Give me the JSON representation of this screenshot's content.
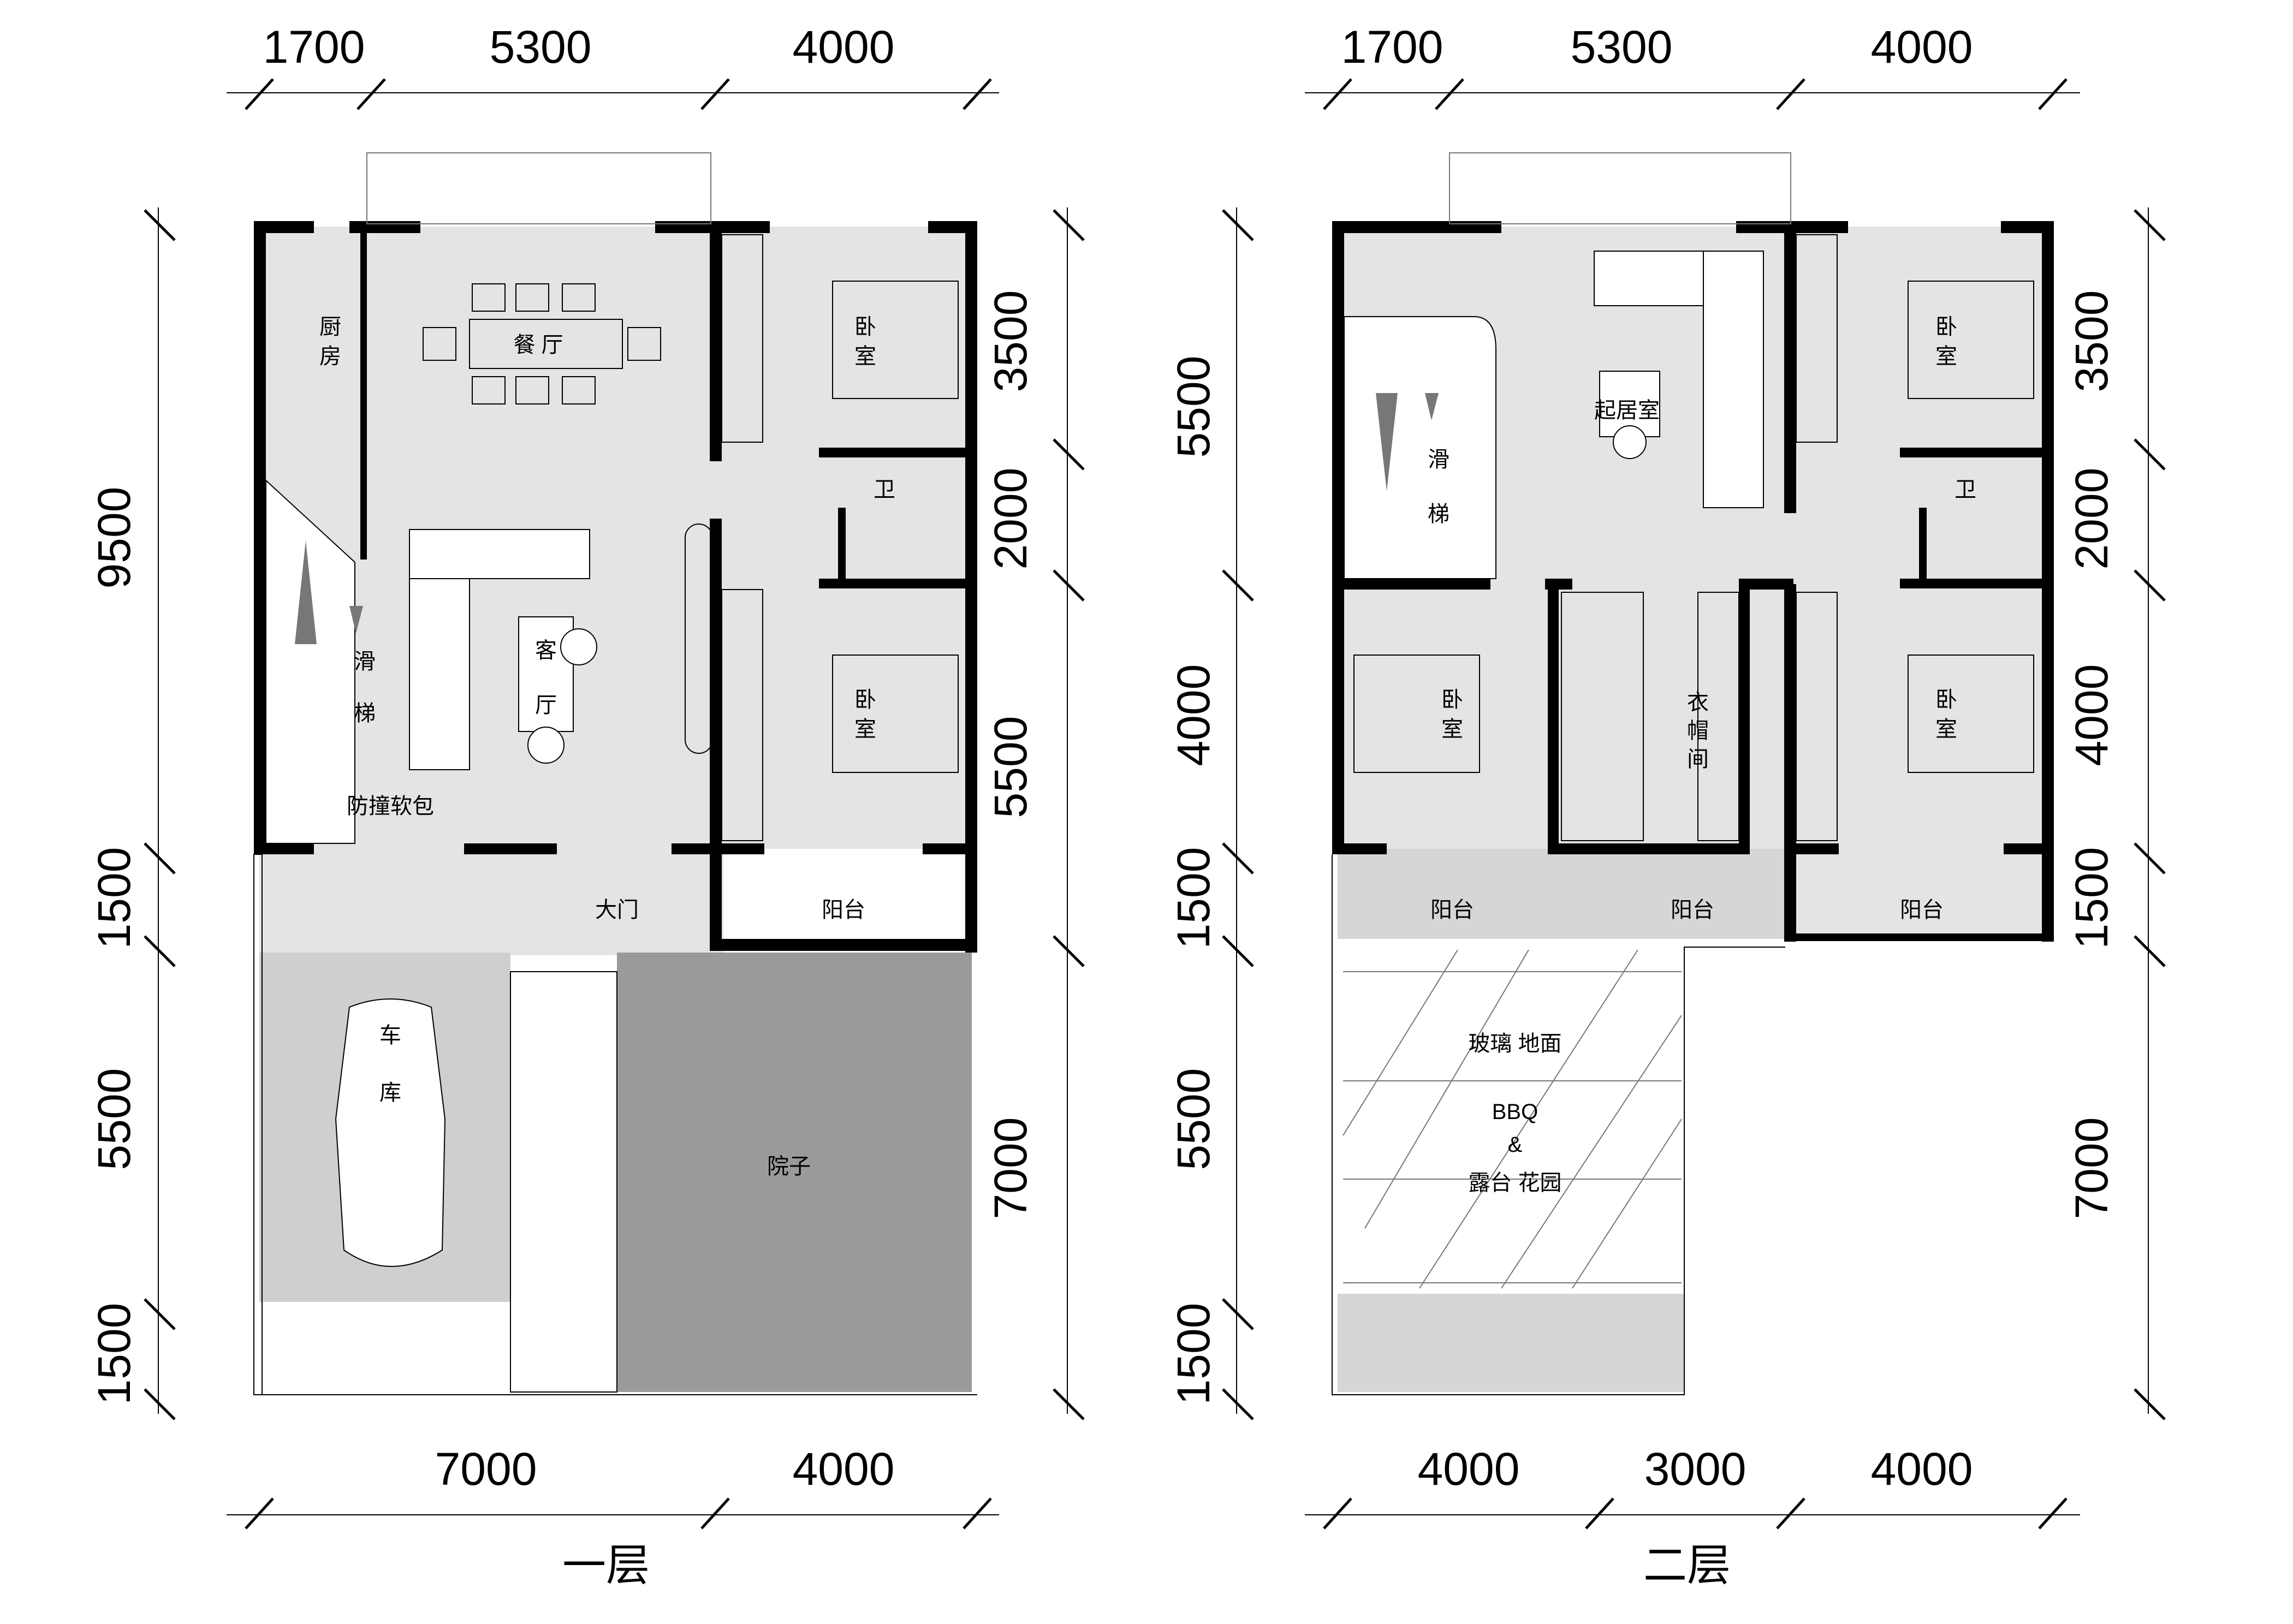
{
  "floor1": {
    "title": "一层",
    "top_dims": [
      "1700",
      "5300",
      "4000"
    ],
    "bottom_dims": [
      "7000",
      "4000"
    ],
    "left_dims": [
      "9500",
      "1500",
      "5500",
      "1500"
    ],
    "right_dims": [
      "3500",
      "2000",
      "5500",
      "7000"
    ],
    "rooms": {
      "kitchen": [
        "厨",
        "房"
      ],
      "dining": "餐 厅",
      "bedroom1": [
        "卧",
        "室"
      ],
      "bath": "卫",
      "bedroom2": [
        "卧",
        "室"
      ],
      "elevator": [
        "滑",
        "梯"
      ],
      "living": [
        "客",
        "厅"
      ],
      "padding": "防撞软包",
      "door": "大门",
      "balcony": "阳台",
      "garage": [
        "车",
        "库"
      ],
      "yard": "院子"
    }
  },
  "floor2": {
    "title": "二层",
    "top_dims": [
      "1700",
      "5300",
      "4000"
    ],
    "bottom_dims": [
      "4000",
      "3000",
      "4000"
    ],
    "left_dims": [
      "5500",
      "4000",
      "1500",
      "5500",
      "1500"
    ],
    "right_dims": [
      "3500",
      "2000",
      "4000",
      "1500",
      "7000"
    ],
    "rooms": {
      "family": "起居室",
      "elevator": [
        "滑",
        "梯"
      ],
      "bedroom1": [
        "卧",
        "室"
      ],
      "bath": "卫",
      "bedroom_left": [
        "卧",
        "室"
      ],
      "closet": [
        "衣",
        "帽",
        "间"
      ],
      "bedroom_right": [
        "卧",
        "室"
      ],
      "balcony_left": "阳台",
      "balcony_mid": "阳台",
      "balcony_right": "阳台",
      "terrace_line1": "玻璃  地面",
      "terrace_line2": "BBQ",
      "terrace_line3": "&",
      "terrace_line4": "露台  花园"
    }
  },
  "colors": {
    "room_fill": "#e4e4e4",
    "yard_fill": "#9a9a9a",
    "garage_fill": "#cfcfcf",
    "wall": "#000000"
  }
}
